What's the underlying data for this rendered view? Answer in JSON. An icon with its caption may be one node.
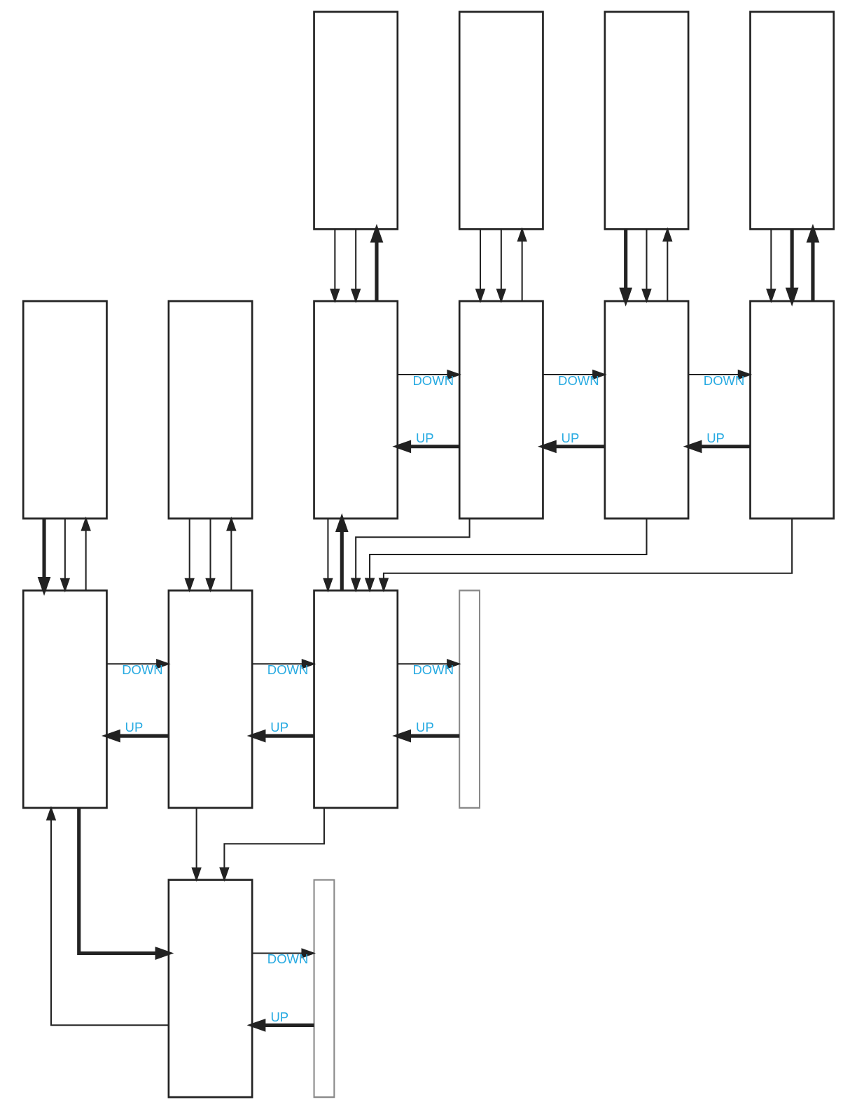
{
  "diagram": {
    "nodes": [
      {
        "text": [],
        "shape": "box"
      },
      {
        "text": [],
        "shape": "box"
      },
      {
        "text": [],
        "shape": "box"
      },
      {
        "text": [],
        "shape": "box"
      },
      {
        "text": [],
        "shape": "box"
      },
      {
        "text": [],
        "shape": "box"
      },
      {
        "text": [],
        "shape": "box"
      },
      {
        "text": [],
        "shape": "box"
      },
      {
        "text": [],
        "shape": "box"
      },
      {
        "text": [],
        "shape": "box"
      },
      {
        "text": [],
        "shape": "box"
      },
      {
        "text": [],
        "shape": "box"
      },
      {
        "text": [],
        "shape": "box"
      },
      {
        "text": [],
        "shape": "bar"
      },
      {
        "text": [],
        "shape": "box"
      },
      {
        "text": [],
        "shape": "bar"
      }
    ],
    "edges": [
      {
        "from": 6,
        "to": 0,
        "arrow": "to",
        "style": "thick"
      },
      {
        "from": 0,
        "to": 6,
        "arrow": "to"
      },
      {
        "from": 0,
        "to": 6,
        "arrow": "to"
      },
      {
        "from": 7,
        "to": 1,
        "arrow": "to"
      },
      {
        "from": 1,
        "to": 7,
        "arrow": "to"
      },
      {
        "from": 1,
        "to": 7,
        "arrow": "to"
      },
      {
        "from": 8,
        "to": 2,
        "arrow": "to"
      },
      {
        "from": 2,
        "to": 8,
        "arrow": "to",
        "style": "thick"
      },
      {
        "from": 2,
        "to": 8,
        "arrow": "to"
      },
      {
        "from": 9,
        "to": 3,
        "arrow": "to",
        "style": "thick"
      },
      {
        "from": 3,
        "to": 9,
        "arrow": "to"
      },
      {
        "from": 3,
        "to": 9,
        "arrow": "to",
        "style": "thick"
      },
      {
        "from": 10,
        "to": 4,
        "arrow": "to"
      },
      {
        "from": 4,
        "to": 10,
        "arrow": "to",
        "style": "thick"
      },
      {
        "from": 4,
        "to": 10,
        "arrow": "to"
      },
      {
        "from": 11,
        "to": 5,
        "arrow": "to"
      },
      {
        "from": 5,
        "to": 11,
        "arrow": "to"
      },
      {
        "from": 5,
        "to": 11,
        "arrow": "to"
      },
      {
        "from": 7,
        "to": 6,
        "arrow": "to",
        "style": "thick",
        "label": "UP"
      },
      {
        "from": 6,
        "to": 7,
        "arrow": "to",
        "label": "DOWN"
      },
      {
        "from": 8,
        "to": 7,
        "arrow": "to",
        "style": "thick",
        "label": "UP"
      },
      {
        "from": 7,
        "to": 8,
        "arrow": "to",
        "label": "DOWN"
      },
      {
        "from": 9,
        "to": 8,
        "arrow": "to",
        "style": "thick",
        "label": "UP"
      },
      {
        "from": 8,
        "to": 9,
        "arrow": "to",
        "label": "DOWN"
      },
      {
        "from": 12,
        "to": 6,
        "arrow": "to",
        "style": "thick"
      },
      {
        "from": 6,
        "to": 12,
        "arrow": "to"
      },
      {
        "from": 7,
        "to": 12,
        "arrow": "to"
      },
      {
        "from": 8,
        "to": 12,
        "arrow": "to"
      },
      {
        "from": 9,
        "to": 12,
        "arrow": "to"
      },
      {
        "from": 11,
        "to": 10,
        "arrow": "to",
        "style": "thick",
        "label": "UP"
      },
      {
        "from": 10,
        "to": 11,
        "arrow": "to",
        "label": "DOWN"
      },
      {
        "from": 12,
        "to": 11,
        "arrow": "to",
        "style": "thick",
        "label": "UP"
      },
      {
        "from": 11,
        "to": 12,
        "arrow": "to",
        "label": "DOWN"
      },
      {
        "from": 13,
        "to": 12,
        "arrow": "to",
        "style": "thick",
        "label": "UP"
      },
      {
        "from": 12,
        "to": 13,
        "arrow": "to",
        "label": "DOWN"
      },
      {
        "from": 14,
        "to": 10,
        "arrow": "to"
      },
      {
        "from": 10,
        "to": 14,
        "arrow": "to",
        "style": "thick"
      },
      {
        "from": 11,
        "to": 14,
        "arrow": "to"
      },
      {
        "from": 12,
        "to": 14,
        "arrow": "to"
      },
      {
        "from": 15,
        "to": 14,
        "arrow": "to",
        "style": "thick",
        "label": "UP"
      },
      {
        "from": 14,
        "to": 15,
        "arrow": "to",
        "label": "DOWN"
      }
    ]
  }
}
